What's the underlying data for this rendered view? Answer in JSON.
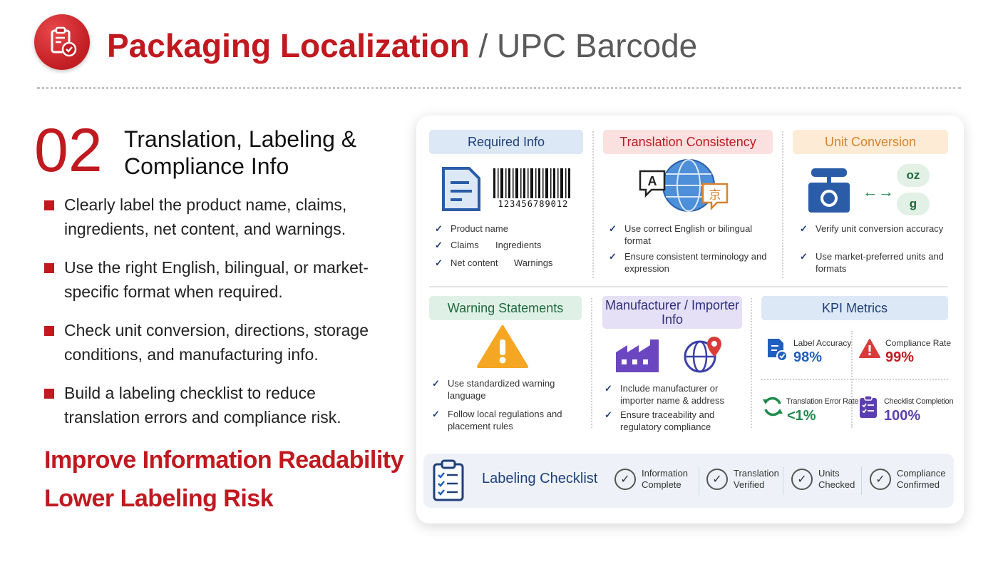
{
  "header": {
    "logo_icon": "clipboard-check-icon",
    "title_main": "Packaging Localization",
    "title_sep": " / ",
    "title_sub": "UPC Barcode"
  },
  "section": {
    "number": "02",
    "title": "Translation, Labeling & Compliance Info",
    "bullets": [
      "Clearly label the product name, claims, ingredients, net content, and warnings.",
      "Use the right English, bilingual, or market-specific format when required.",
      "Check unit conversion, directions, storage conditions, and manufacturing info.",
      "Build a labeling checklist to reduce translation errors and compliance risk."
    ],
    "taglines": [
      "Improve Information Readability",
      "Lower Labeling Risk"
    ]
  },
  "panels": {
    "required": {
      "title": "Required Info",
      "barcode_number": "123456789012",
      "items": [
        "Product name",
        "Claims",
        "Ingredients",
        "Net content",
        "Warnings"
      ]
    },
    "translation": {
      "title": "Translation Consistency",
      "glyph_a": "A",
      "glyph_b": "京",
      "items": [
        "Use correct English or bilingual format",
        "Ensure consistent terminology and expression"
      ]
    },
    "units": {
      "title": "Unit Conversion",
      "unit_1": "oz",
      "unit_2": "g",
      "arrow": "←→",
      "items": [
        "Verify unit conversion accuracy",
        "Use market-preferred units and formats"
      ]
    },
    "warning": {
      "title": "Warning Statements",
      "items": [
        "Use standardized warning language",
        "Follow local regulations and placement rules"
      ]
    },
    "manufacturer": {
      "title": "Manufacturer / Importer Info",
      "items": [
        "Include manufacturer or importer name & address",
        "Ensure traceability and regulatory compliance"
      ]
    },
    "kpi": {
      "title": "KPI Metrics",
      "metrics": [
        {
          "label": "Label Accuracy",
          "value": "98%",
          "color": "#1f5fbf"
        },
        {
          "label": "Compliance Rate",
          "value": "99%",
          "color": "#c0191f"
        },
        {
          "label": "Translation Error Rate",
          "value": "<1%",
          "color": "#1e8a4a"
        },
        {
          "label": "Checklist Completion",
          "value": "100%",
          "color": "#5b3fb0"
        }
      ]
    }
  },
  "checklist": {
    "title": "Labeling Checklist",
    "items": [
      {
        "line1": "Information",
        "line2": "Complete"
      },
      {
        "line1": "Translation",
        "line2": "Verified"
      },
      {
        "line1": "Units",
        "line2": "Checked"
      },
      {
        "line1": "Compliance",
        "line2": "Confirmed"
      }
    ]
  },
  "colors": {
    "brand_red": "#c0191f",
    "navy": "#1f3f7a",
    "orange": "#d9822b",
    "green": "#1e6b3c",
    "purple": "#5b3fb0"
  }
}
